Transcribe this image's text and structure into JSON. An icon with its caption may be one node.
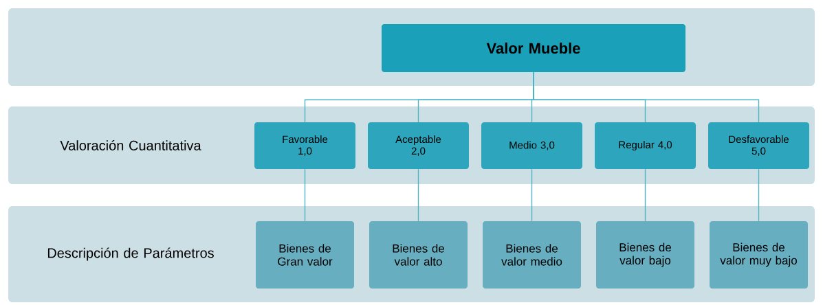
{
  "diagram": {
    "nodes": [
      {
        "text": [],
        "shape": "box"
      },
      {
        "text": [
          "Valor Mueble"
        ],
        "in": 0
      },
      {
        "text": [
          "Valoración Cuantitativa"
        ]
      },
      {
        "text": [
          "Favorable 1,0"
        ],
        "in": 2
      },
      {
        "text": [
          "Aceptable 2,0"
        ],
        "in": 2
      },
      {
        "text": [
          "Medio 3,0"
        ],
        "in": 2
      },
      {
        "text": [
          "Regular 4,0"
        ],
        "in": 2
      },
      {
        "text": [
          "Desfavorable 5,0"
        ],
        "in": 2
      },
      {
        "text": [
          "Descripción de Parámetros"
        ]
      },
      {
        "text": [
          "Bienes de Gran valor"
        ],
        "in": 8
      },
      {
        "text": [
          "Bienes de valor alto"
        ],
        "in": 8
      },
      {
        "text": [
          "Bienes de valor medio"
        ],
        "in": 8
      },
      {
        "text": [
          "Bienes de valor bajo"
        ],
        "in": 8
      },
      {
        "text": [
          "Bienes de valor muy bajo"
        ],
        "in": 8
      }
    ],
    "edges": [
      {
        "from": 1,
        "to": 3,
        "arrow": "none"
      },
      {
        "from": 1,
        "to": 4,
        "arrow": "none"
      },
      {
        "from": 1,
        "to": 5,
        "arrow": "none"
      },
      {
        "from": 1,
        "to": 6,
        "arrow": "none"
      },
      {
        "from": 1,
        "to": 7,
        "arrow": "none"
      },
      {
        "from": 3,
        "to": 9,
        "arrow": "none"
      },
      {
        "from": 4,
        "to": 10,
        "arrow": "none"
      },
      {
        "from": 5,
        "to": 11,
        "arrow": "none"
      },
      {
        "from": 6,
        "to": 12,
        "arrow": "none"
      },
      {
        "from": 7,
        "to": 13,
        "arrow": "none"
      }
    ]
  }
}
